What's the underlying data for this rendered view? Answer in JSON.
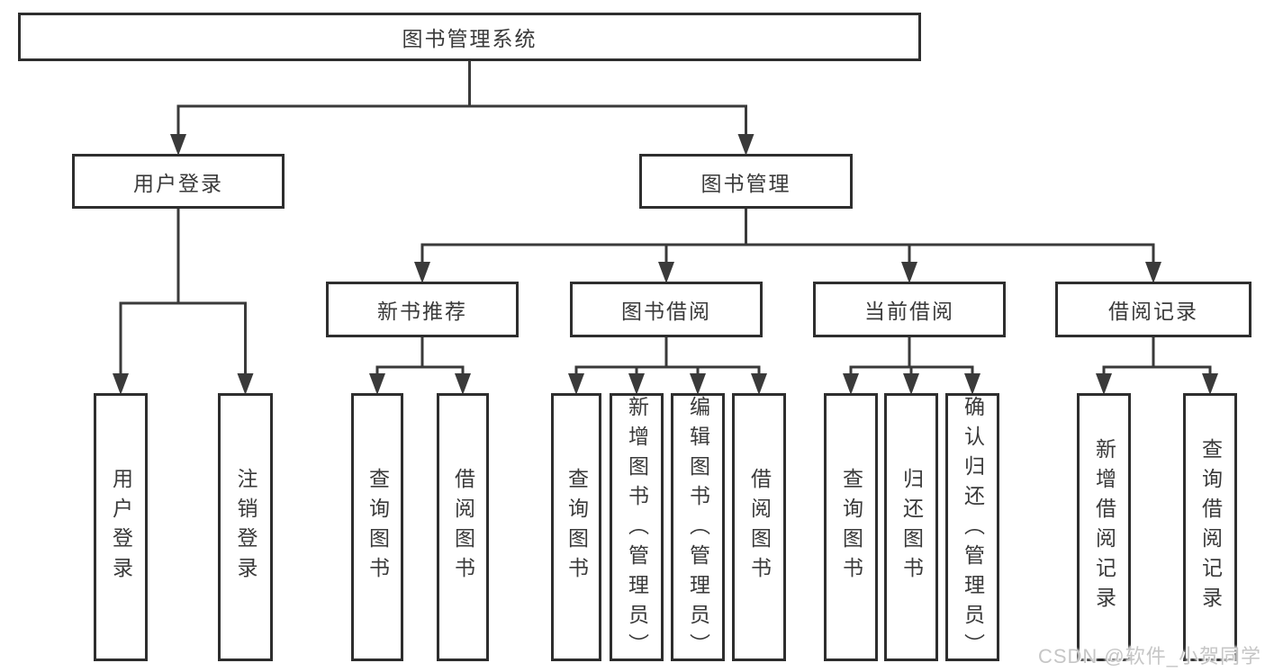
{
  "diagram": {
    "title": "图书管理系统",
    "type": "hierarchy-tree",
    "nodes": [
      {
        "id": "root",
        "label": "图书管理系统",
        "level": 1,
        "orientation": "horizontal"
      },
      {
        "id": "user-login",
        "label": "用户登录",
        "level": 2,
        "orientation": "horizontal"
      },
      {
        "id": "book-mgmt",
        "label": "图书管理",
        "level": 2,
        "orientation": "horizontal"
      },
      {
        "id": "new-book-rec",
        "label": "新书推荐",
        "level": 3,
        "orientation": "horizontal"
      },
      {
        "id": "book-borrow",
        "label": "图书借阅",
        "level": 3,
        "orientation": "horizontal"
      },
      {
        "id": "current-borrow",
        "label": "当前借阅",
        "level": 3,
        "orientation": "horizontal"
      },
      {
        "id": "borrow-records",
        "label": "借阅记录",
        "level": 3,
        "orientation": "horizontal"
      },
      {
        "id": "leaf-user-login",
        "label": "用户登录",
        "level": 4,
        "orientation": "vertical"
      },
      {
        "id": "leaf-logout",
        "label": "注销登录",
        "level": 4,
        "orientation": "vertical"
      },
      {
        "id": "rec-query-book",
        "label": "查询图书",
        "level": 4,
        "orientation": "vertical"
      },
      {
        "id": "rec-borrow-book",
        "label": "借阅图书",
        "level": 4,
        "orientation": "vertical"
      },
      {
        "id": "bb-query-book",
        "label": "查询图书",
        "level": 4,
        "orientation": "vertical"
      },
      {
        "id": "bb-add-book",
        "label": "新增图书（管理员）",
        "level": 4,
        "orientation": "vertical"
      },
      {
        "id": "bb-edit-book",
        "label": "编辑图书（管理员）",
        "level": 4,
        "orientation": "vertical"
      },
      {
        "id": "bb-borrow-book",
        "label": "借阅图书",
        "level": 4,
        "orientation": "vertical"
      },
      {
        "id": "cb-query-book",
        "label": "查询图书",
        "level": 4,
        "orientation": "vertical"
      },
      {
        "id": "cb-return-book",
        "label": "归还图书",
        "level": 4,
        "orientation": "vertical"
      },
      {
        "id": "cb-confirm-return",
        "label": "确认归还（管理员）",
        "level": 4,
        "orientation": "vertical"
      },
      {
        "id": "br-add-record",
        "label": "新增借阅记录",
        "level": 4,
        "orientation": "vertical"
      },
      {
        "id": "br-query-record",
        "label": "查询借阅记录",
        "level": 4,
        "orientation": "vertical"
      }
    ],
    "edges": [
      {
        "parent": "root",
        "children": [
          "user-login",
          "book-mgmt"
        ]
      },
      {
        "parent": "user-login",
        "children": [
          "leaf-user-login",
          "leaf-logout"
        ]
      },
      {
        "parent": "book-mgmt",
        "children": [
          "new-book-rec",
          "book-borrow",
          "current-borrow",
          "borrow-records"
        ]
      },
      {
        "parent": "new-book-rec",
        "children": [
          "rec-query-book",
          "rec-borrow-book"
        ]
      },
      {
        "parent": "book-borrow",
        "children": [
          "bb-query-book",
          "bb-add-book",
          "bb-edit-book",
          "bb-borrow-book"
        ]
      },
      {
        "parent": "current-borrow",
        "children": [
          "cb-query-book",
          "cb-return-book",
          "cb-confirm-return"
        ]
      },
      {
        "parent": "borrow-records",
        "children": [
          "br-add-record",
          "br-query-record"
        ]
      }
    ]
  },
  "watermark": {
    "text": "CSDN @软件_小贺同学",
    "color": "#c6c6c6"
  },
  "colors": {
    "background": "#ffffff",
    "box_border": "#2e2e2e",
    "line": "#3a3a3a",
    "text": "#3a3a3a"
  }
}
